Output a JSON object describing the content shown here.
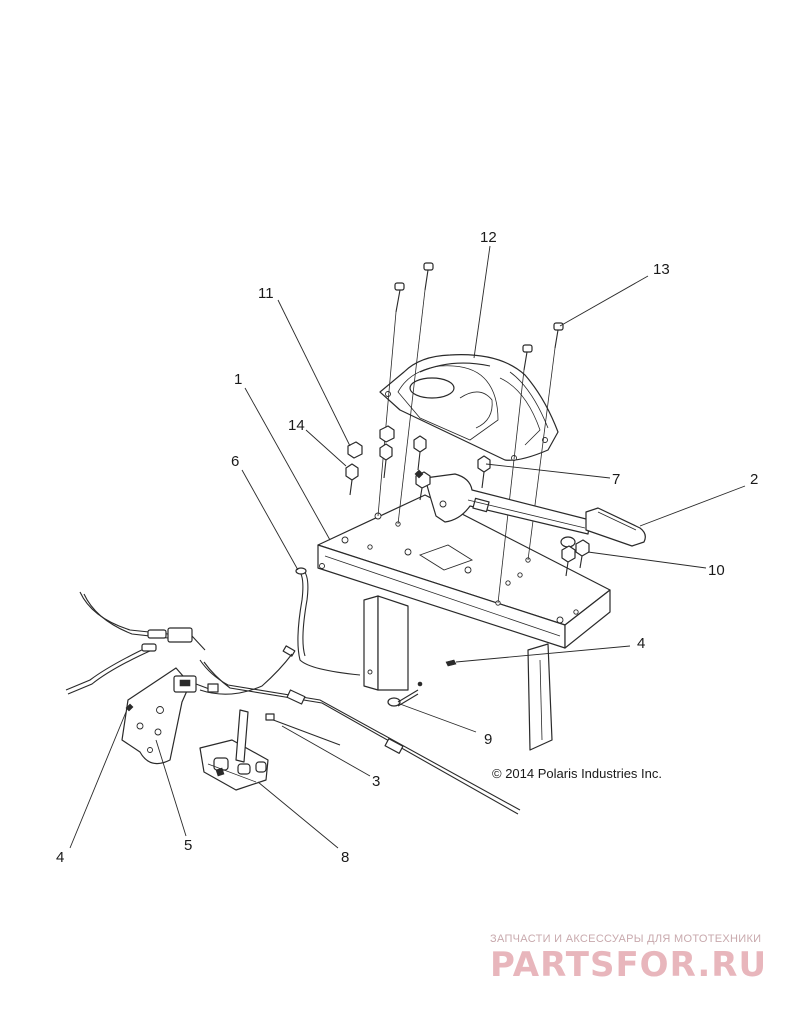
{
  "callouts": [
    {
      "id": "callout-1",
      "text": "1"
    },
    {
      "id": "callout-2",
      "text": "2"
    },
    {
      "id": "callout-3",
      "text": "3"
    },
    {
      "id": "callout-4a",
      "text": "4"
    },
    {
      "id": "callout-4b",
      "text": "4"
    },
    {
      "id": "callout-5",
      "text": "5"
    },
    {
      "id": "callout-6",
      "text": "6"
    },
    {
      "id": "callout-7",
      "text": "7"
    },
    {
      "id": "callout-8",
      "text": "8"
    },
    {
      "id": "callout-9",
      "text": "9"
    },
    {
      "id": "callout-10",
      "text": "10"
    },
    {
      "id": "callout-11",
      "text": "11"
    },
    {
      "id": "callout-12",
      "text": "12"
    },
    {
      "id": "callout-13",
      "text": "13"
    },
    {
      "id": "callout-14",
      "text": "14"
    }
  ],
  "copyright": "© 2014 Polaris Industries Inc.",
  "watermark": {
    "tagline": "ЗАПЧАСТИ И АКСЕССУАРЫ ДЛЯ МОТОТЕХНИКИ",
    "logo": "PARTSFOR.RU"
  },
  "colors": {
    "line": "#2a2a2a",
    "watermark": "#e8b6bc"
  }
}
